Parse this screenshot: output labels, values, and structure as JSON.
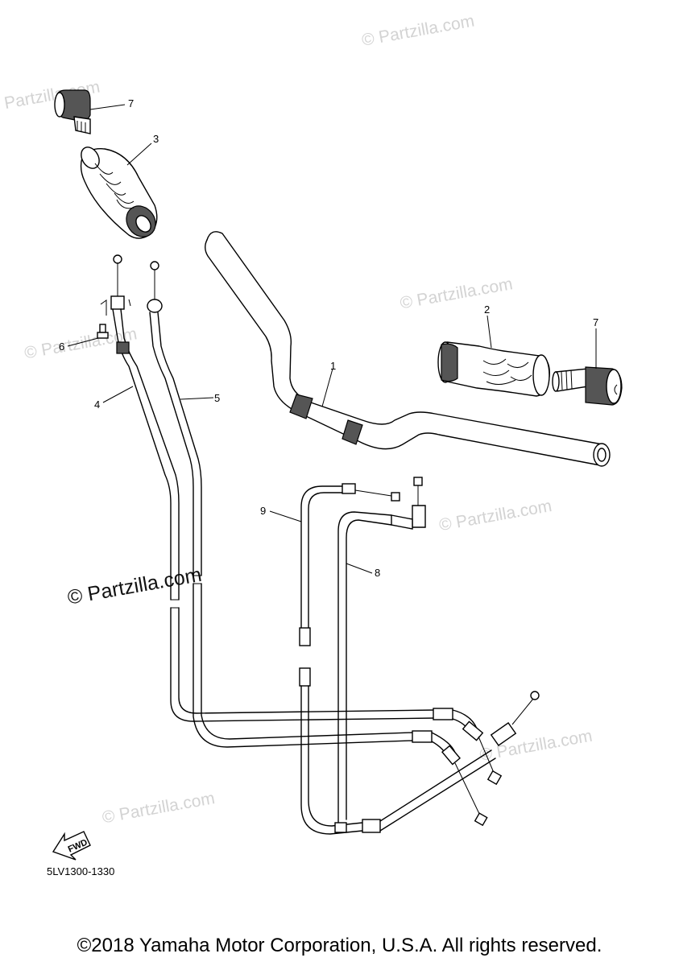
{
  "watermark": {
    "text": "© Partzilla.com",
    "prominent_text": "© Partzilla.com"
  },
  "callouts": {
    "c1": "1",
    "c2": "2",
    "c3": "3",
    "c4": "4",
    "c5": "5",
    "c6": "6",
    "c7a": "7",
    "c7b": "7",
    "c8": "8",
    "c9": "9"
  },
  "fwd_label": "FWD",
  "diagram_code": "5LV1300-1330",
  "copyright": "©2018 Yamaha Motor Corporation, U.S.A. All rights reserved."
}
